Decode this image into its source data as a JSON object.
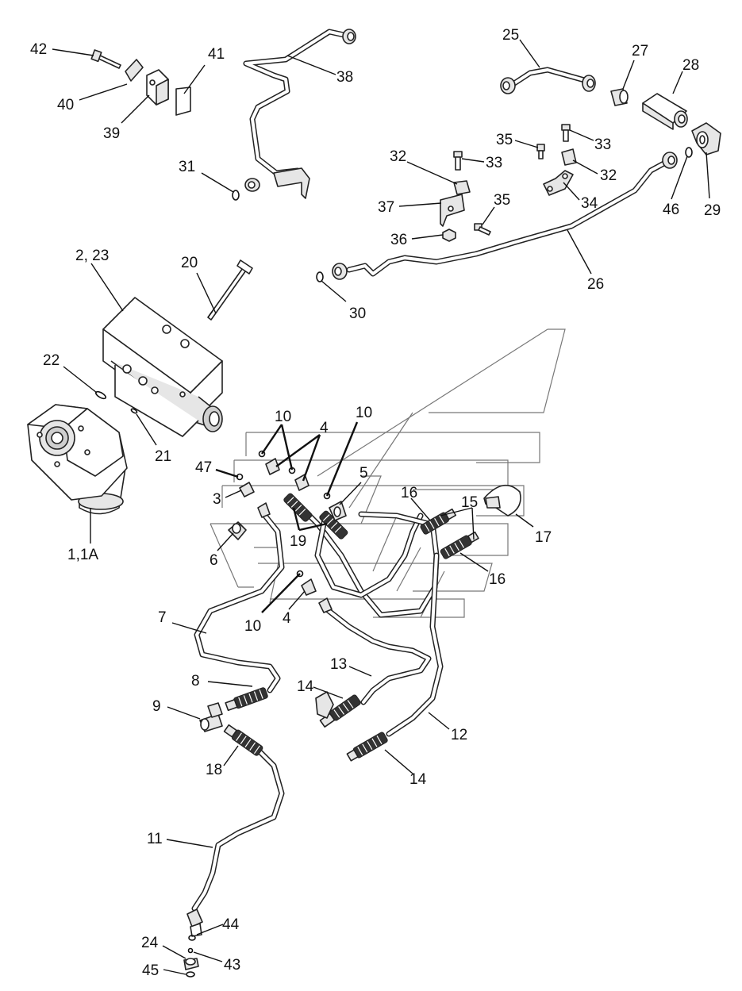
{
  "diagram": {
    "callouts": [
      {
        "id": "c42",
        "text": "42"
      },
      {
        "id": "c40",
        "text": "40"
      },
      {
        "id": "c39",
        "text": "39"
      },
      {
        "id": "c41",
        "text": "41"
      },
      {
        "id": "c38",
        "text": "38"
      },
      {
        "id": "c31",
        "text": "31"
      },
      {
        "id": "c25",
        "text": "25"
      },
      {
        "id": "c27",
        "text": "27"
      },
      {
        "id": "c28",
        "text": "28"
      },
      {
        "id": "c35a",
        "text": "35"
      },
      {
        "id": "c33a",
        "text": "33"
      },
      {
        "id": "c32a",
        "text": "32"
      },
      {
        "id": "c33b",
        "text": "33"
      },
      {
        "id": "c32b",
        "text": "32"
      },
      {
        "id": "c35b",
        "text": "35"
      },
      {
        "id": "c37",
        "text": "37"
      },
      {
        "id": "c34",
        "text": "34"
      },
      {
        "id": "c36",
        "text": "36"
      },
      {
        "id": "c46",
        "text": "46"
      },
      {
        "id": "c29",
        "text": "29"
      },
      {
        "id": "c26",
        "text": "26"
      },
      {
        "id": "c30",
        "text": "30"
      },
      {
        "id": "c2_23",
        "text": "2, 23"
      },
      {
        "id": "c20",
        "text": "20"
      },
      {
        "id": "c22",
        "text": "22"
      },
      {
        "id": "c21",
        "text": "21"
      },
      {
        "id": "c1_1a",
        "text": "1,1A"
      },
      {
        "id": "c10a",
        "text": "10"
      },
      {
        "id": "c10b",
        "text": "10"
      },
      {
        "id": "c4a",
        "text": "4"
      },
      {
        "id": "c47",
        "text": "47"
      },
      {
        "id": "c3",
        "text": "3"
      },
      {
        "id": "c5",
        "text": "5"
      },
      {
        "id": "c16a",
        "text": "16"
      },
      {
        "id": "c15",
        "text": "15"
      },
      {
        "id": "c17",
        "text": "17"
      },
      {
        "id": "c19",
        "text": "19"
      },
      {
        "id": "c6",
        "text": "6"
      },
      {
        "id": "c16b",
        "text": "16"
      },
      {
        "id": "c10c",
        "text": "10"
      },
      {
        "id": "c4b",
        "text": "4"
      },
      {
        "id": "c7",
        "text": "7"
      },
      {
        "id": "c13",
        "text": "13"
      },
      {
        "id": "c8",
        "text": "8"
      },
      {
        "id": "c14a",
        "text": "14"
      },
      {
        "id": "c9",
        "text": "9"
      },
      {
        "id": "c12",
        "text": "12"
      },
      {
        "id": "c18",
        "text": "18"
      },
      {
        "id": "c14b",
        "text": "14"
      },
      {
        "id": "c11",
        "text": "11"
      },
      {
        "id": "c44",
        "text": "44"
      },
      {
        "id": "c24",
        "text": "24"
      },
      {
        "id": "c43",
        "text": "43"
      },
      {
        "id": "c45",
        "text": "45"
      }
    ]
  }
}
